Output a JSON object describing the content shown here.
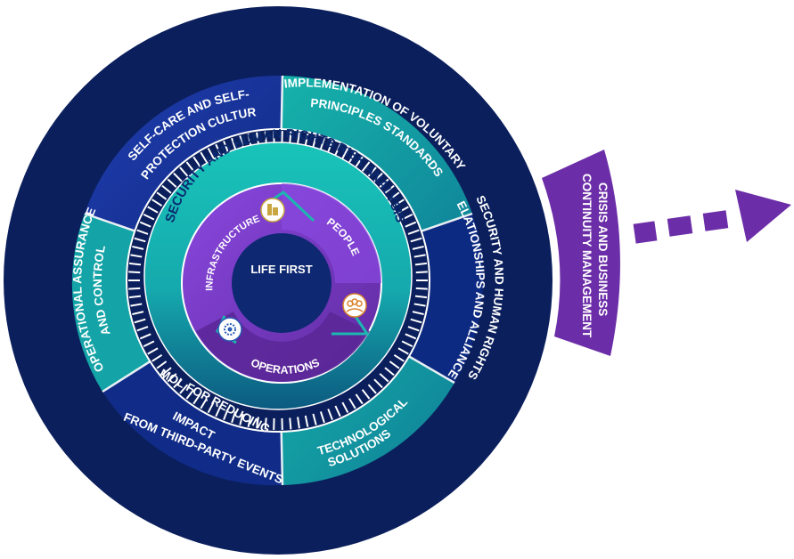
{
  "title": "CONTINUOUS IMPROVEMENT",
  "core": "LIFE FIRST",
  "risk_ring": "SECURITY AND HUMAN RIGHTS RISK ANALYSIS",
  "inner_segments": {
    "people": "PEOPLE",
    "infrastructure": "INFRASTRUCTURE",
    "operations": "OPERATIONS"
  },
  "outer_segments": {
    "self_care": [
      "SELF-CARE AND SELF-",
      "PROTECTION CULTURE"
    ],
    "voluntary": [
      "IMPLEMENTATION OF VOLUNTARY",
      "PRINCIPLES STANDARDS"
    ],
    "relationships": [
      "SECURITY AND HUMAN RIGHTS",
      "RELATIONSHIPS AND ALLIANCES"
    ],
    "technology": [
      "TECHNOLOGICAL",
      "SOLUTIONS"
    ],
    "mol": [
      "MOL FOR REDUCING",
      "IMPACT",
      "FROM THIRD-PARTY EVENTS"
    ],
    "operational": [
      "OPERATIONAL ASSURANCE",
      "AND CONTROL"
    ]
  },
  "crisis": [
    "CRISIS AND BUSINESS",
    "CONTINUITY MANAGEMENT"
  ],
  "icons": [
    "building-icon",
    "people-icon",
    "gear-icon"
  ],
  "colors": {
    "navy": "#0b1f5c",
    "navy_dark": "#071848",
    "royal": "#17329a",
    "teal": "#18b8b0",
    "teal_dark": "#0e6a86",
    "purple": "#6b2fa8",
    "violet": "#7f3fd6"
  }
}
